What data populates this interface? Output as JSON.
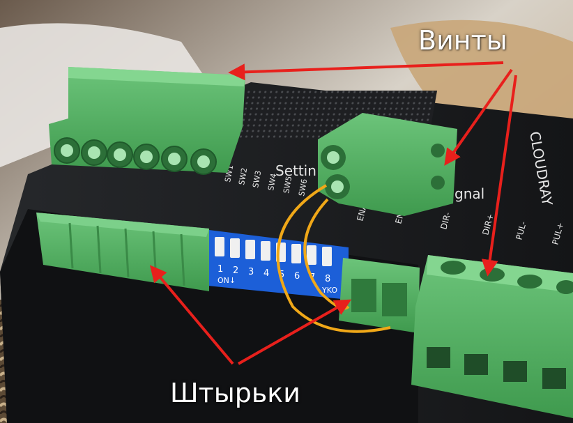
{
  "annotations": {
    "screws_label": "Винты",
    "pins_label": "Штырьки"
  },
  "board": {
    "brand": "CLOUDRAY",
    "section_settings": "Settin",
    "section_signal": "gnal",
    "switch_labels": [
      "SW1",
      "SW2",
      "SW3",
      "SW4",
      "SW5",
      "SW6"
    ],
    "signal_labels": [
      "ENA-",
      "ENA+",
      "DIR-",
      "DIR+",
      "PUL-",
      "PUL+"
    ],
    "dip_numbers": [
      "1",
      "2",
      "3",
      "4",
      "5",
      "6",
      "7",
      "8"
    ],
    "dip_on_label": "ON↓",
    "dip_side_label": "YKO"
  },
  "colors": {
    "arrow": "#e8201c",
    "curve": "#f0a818",
    "connector": "#4fae5b",
    "dip_switch": "#1c5fd8",
    "board": "#1b1c1e"
  }
}
